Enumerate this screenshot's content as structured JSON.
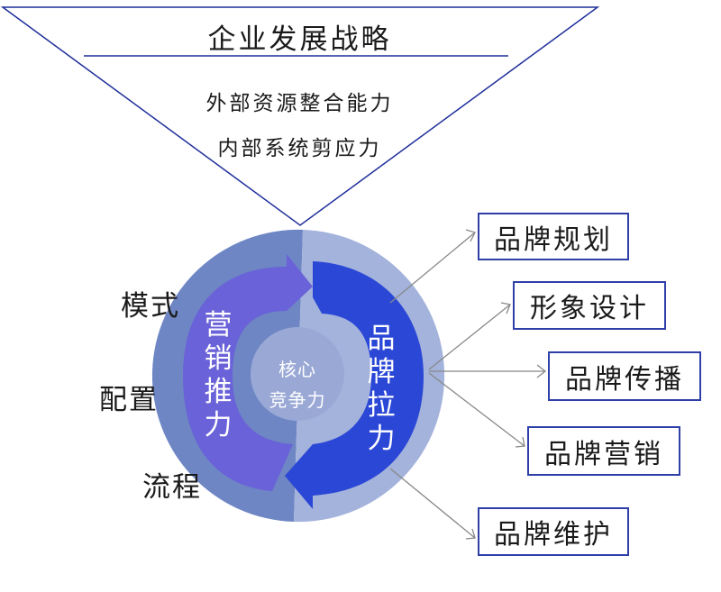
{
  "strategy": {
    "title": "企业发展战略",
    "lines": [
      "外部资源整合能力",
      "内部系统剪应力"
    ]
  },
  "left_labels": [
    "模式",
    "配置",
    "流程"
  ],
  "cycle": {
    "left_arrow_label": "营销推力",
    "right_arrow_label": "品牌拉力",
    "core_line1": "核心",
    "core_line2": "竞争力"
  },
  "outputs": [
    "品牌规划",
    "形象设计",
    "品牌传播",
    "品牌营销",
    "品牌维护"
  ],
  "colors": {
    "outer_ring_left": "#6e86c4",
    "outer_ring_right": "#a4b3dc",
    "left_arrow": "#6a62d8",
    "right_arrow": "#2b47d6",
    "core": "#9aa8d6",
    "triangle_line": "#1f2f9a",
    "box_border": "#2f3fa8",
    "connector": "#888888"
  }
}
